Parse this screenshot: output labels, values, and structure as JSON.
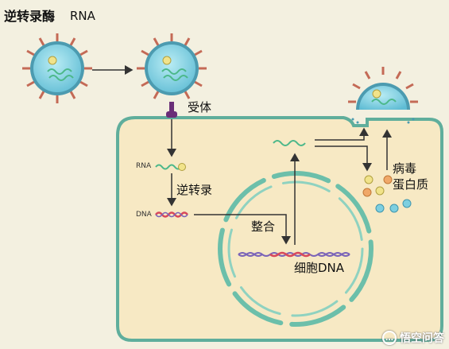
{
  "labels": {
    "reverse_transcriptase": "逆转录酶",
    "rna_top": "RNA",
    "receptor": "受体",
    "rna_small": "RNA",
    "reverse_transcription": "逆转录",
    "dna_small": "DNA",
    "integration": "整合",
    "cell_dna": "细胞DNA",
    "viral_protein_line1": "病毒",
    "viral_protein_line2": "蛋白质"
  },
  "watermark": {
    "icon": "speech-bubble-icon",
    "text": "悟空问答"
  },
  "colors": {
    "background": "#f3f0e0",
    "cell_fill": "#f7e9c4",
    "cell_border": "#5fae9c",
    "nucleus": "#6cbfaa",
    "virus_core": "#7dcfe0",
    "virus_spike": "#c46a56",
    "rna_strand": "#4cb88a",
    "dna_red": "#d8485a",
    "dna_purple": "#7a63b8",
    "receptor": "#6a2e78",
    "arrow": "#333333"
  }
}
